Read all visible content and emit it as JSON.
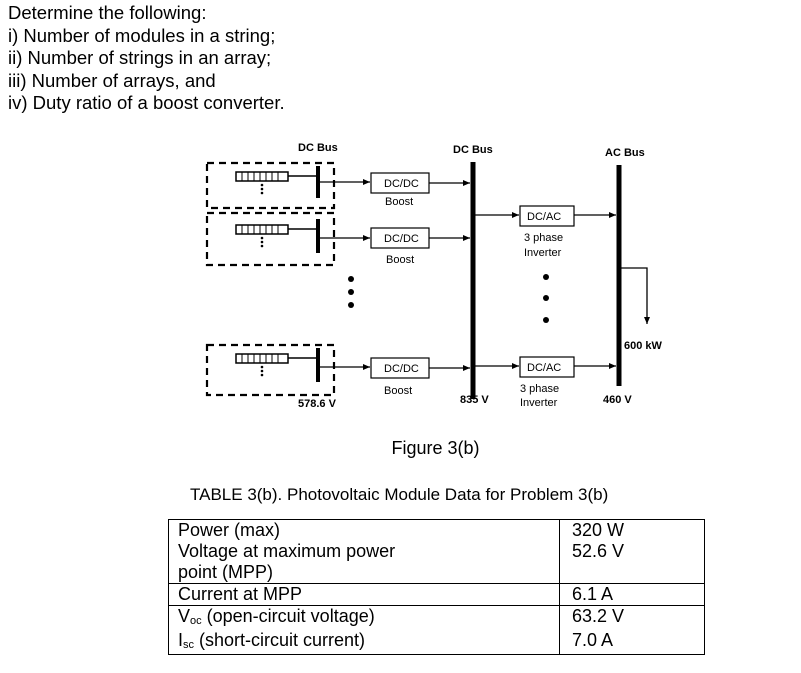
{
  "question": {
    "intro": "Determine the following:",
    "items": [
      "i) Number of modules in a string;",
      "ii) Number of strings in an array;",
      "iii) Number of arrays, and",
      "iv) Duty ratio of a boost converter."
    ]
  },
  "diagram": {
    "dc_bus_left_label": "DC Bus",
    "dc_bus_mid_label": "DC Bus",
    "ac_bus_label": "AC Bus",
    "converter_top": "DC/DC",
    "converter_bottom": "Boost",
    "inverter_top": "DC/AC",
    "inverter_mid": "3 phase",
    "inverter_bottom": "Inverter",
    "string_voltage": "578.6 V",
    "dc_bus_voltage": "835 V",
    "ac_bus_voltage": "460 V",
    "load_power": "600 kW"
  },
  "figure_caption": "Figure 3(b)",
  "table": {
    "caption": "TABLE 3(b). Photovoltaic Module Data for Problem 3(b)",
    "rows": [
      {
        "param": "Power (max)",
        "value": "320 W"
      },
      {
        "param_line1": "Voltage at maximum power",
        "param_line2": "point (MPP)",
        "value": "52.6 V"
      },
      {
        "param": "Current at MPP",
        "value": "6.1 A"
      },
      {
        "param_prefix": "V",
        "param_sub": "oc",
        "param_rest": " (open-circuit voltage)",
        "value": "63.2 V"
      },
      {
        "param_prefix": "I",
        "param_sub": "sc",
        "param_rest": " (short-circuit current)",
        "value": "7.0 A"
      }
    ]
  }
}
